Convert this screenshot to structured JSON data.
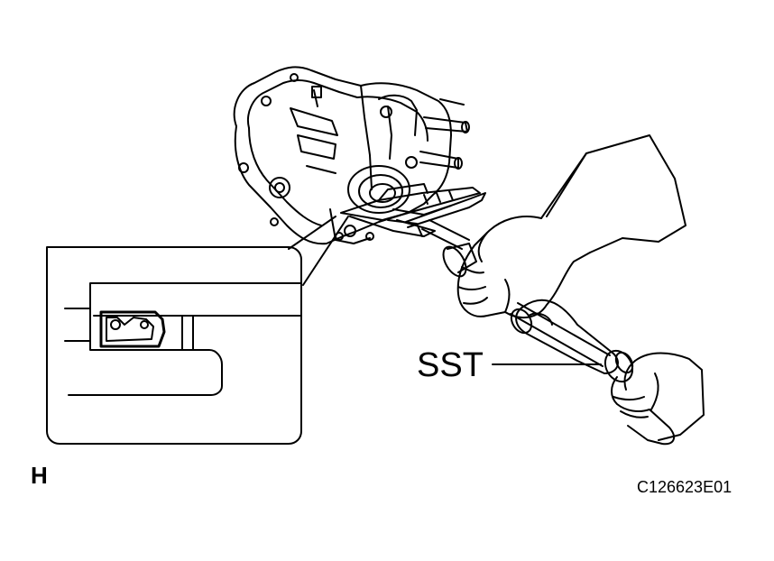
{
  "labels": {
    "tool": "SST",
    "step": "H",
    "figure_id": "C126623E01"
  },
  "colors": {
    "line": "#000000",
    "background": "#ffffff"
  }
}
